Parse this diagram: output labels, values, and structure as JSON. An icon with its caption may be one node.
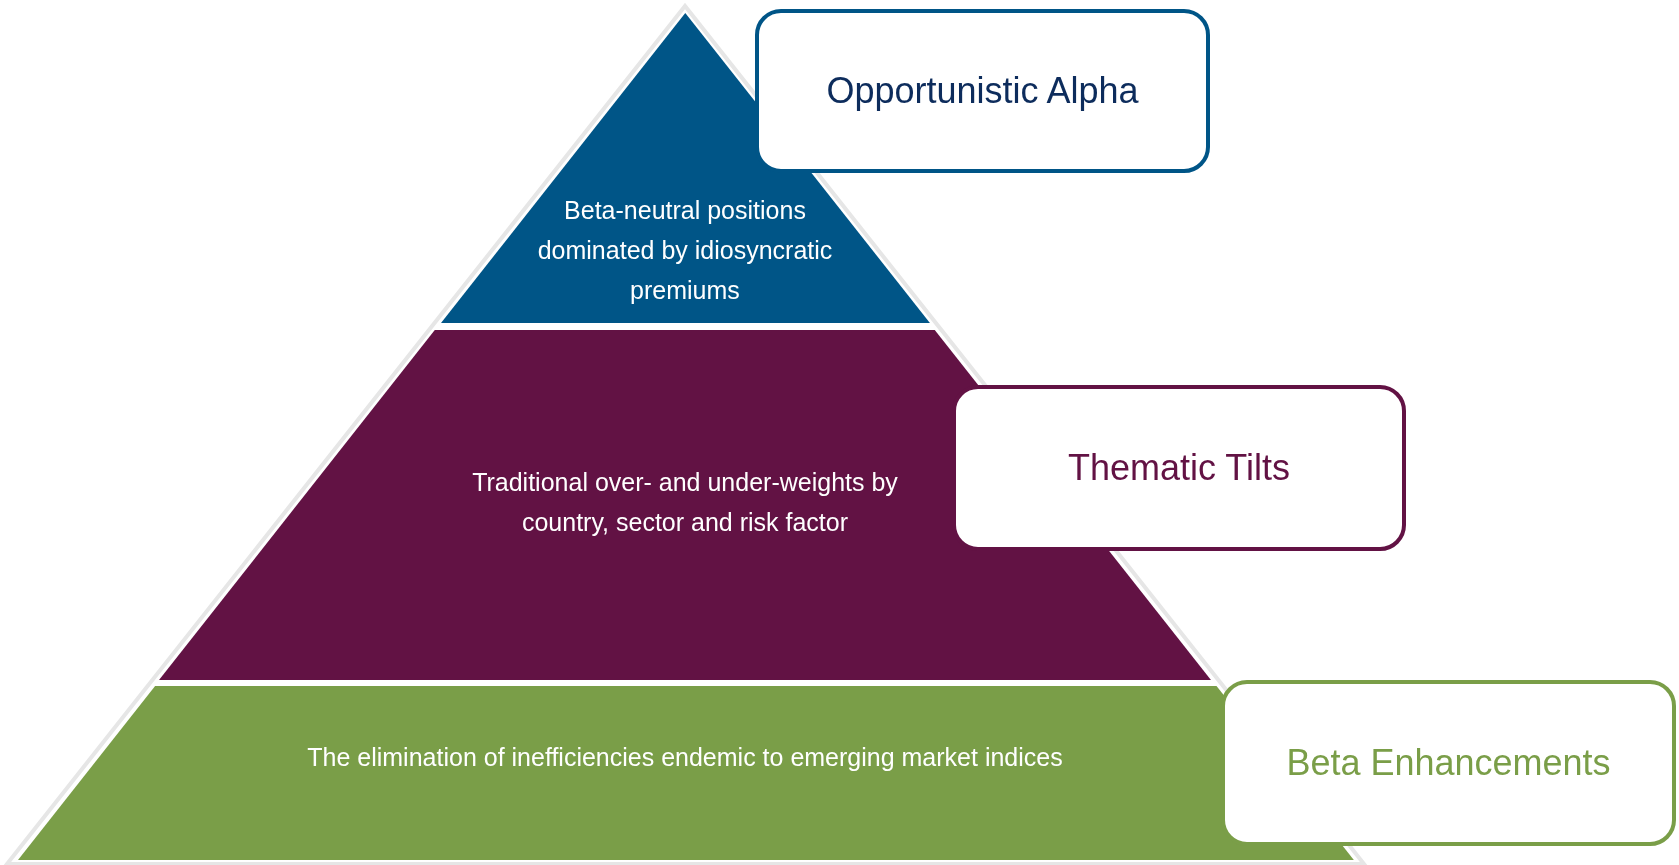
{
  "diagram": {
    "nodes": [
      {
        "text": [
          "Opportunistic Alpha"
        ]
      },
      {
        "text": [
          "Beta-neutral positions dominated by idiosyncratic premiums"
        ]
      },
      {
        "text": [
          "Thematic Tilts"
        ]
      },
      {
        "text": [
          "Traditional over- and under-weights by country, sector and risk factor"
        ]
      },
      {
        "text": [
          "Beta Enhancements"
        ]
      },
      {
        "text": [
          "The elimination of inefficiencies endemic to emerging market indices"
        ]
      }
    ]
  }
}
